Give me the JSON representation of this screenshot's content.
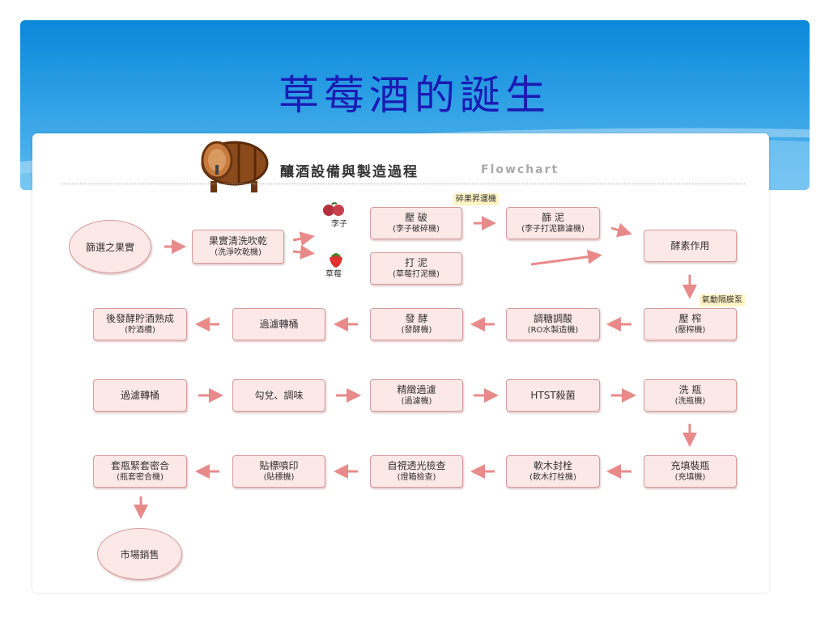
{
  "slide": {
    "title": "草莓酒的誕生"
  },
  "flowchart": {
    "heading_cn": "釀酒設備與製造過程",
    "heading_en": "Flowchart",
    "start": "篩選之果實",
    "wash": {
      "name": "果實清洗吹乾",
      "machine": "(洗淨吹乾機)"
    },
    "plum_label": "李子",
    "strawberry_label": "草莓",
    "conveyor_tag": "碎果昇運機",
    "pump_tag": "氣動隔膜泵",
    "crush": {
      "name": "壓  破",
      "machine": "(李子破碎機)"
    },
    "sieve": {
      "name": "篩  泥",
      "machine": "(李子打泥篩濾機)"
    },
    "mash": {
      "name": "打  泥",
      "machine": "(草莓打泥機)"
    },
    "enzyme": {
      "name": "酵素作用"
    },
    "press": {
      "name": "壓  榨",
      "machine": "(壓榨機)"
    },
    "adjust": {
      "name": "調糖調酸",
      "machine": "(RO水製造機)"
    },
    "ferment": {
      "name": "發  酵",
      "machine": "(發酵機)"
    },
    "filter1": {
      "name": "過濾轉桶"
    },
    "age": {
      "name": "後發酵貯酒熟成",
      "machine": "(貯酒槽)"
    },
    "filter2": {
      "name": "過濾轉桶"
    },
    "blend": {
      "name": "勾兌、調味"
    },
    "fine": {
      "name": "精緻過濾",
      "machine": "(過濾機)"
    },
    "htst": {
      "name": "HTST殺菌"
    },
    "wash_bottle": {
      "name": "洗  瓶",
      "machine": "(洗瓶機)"
    },
    "fill": {
      "name": "充填裝瓶",
      "machine": "(充填機)"
    },
    "cork": {
      "name": "軟木封栓",
      "machine": "(軟木打栓機)"
    },
    "inspect": {
      "name": "自視透光檢查",
      "machine": "(燈箱檢查)"
    },
    "label": {
      "name": "貼標噴印",
      "machine": "(貼標機)"
    },
    "seal": {
      "name": "套瓶緊套密合",
      "machine": "(瓶套密合機)"
    },
    "market": "市場銷售"
  },
  "colors": {
    "banner": "#0a88da",
    "title": "#1a1ab4",
    "box_fill": "#fde8e8",
    "box_border": "#d89b9b",
    "arrow": "#e88a8a"
  }
}
